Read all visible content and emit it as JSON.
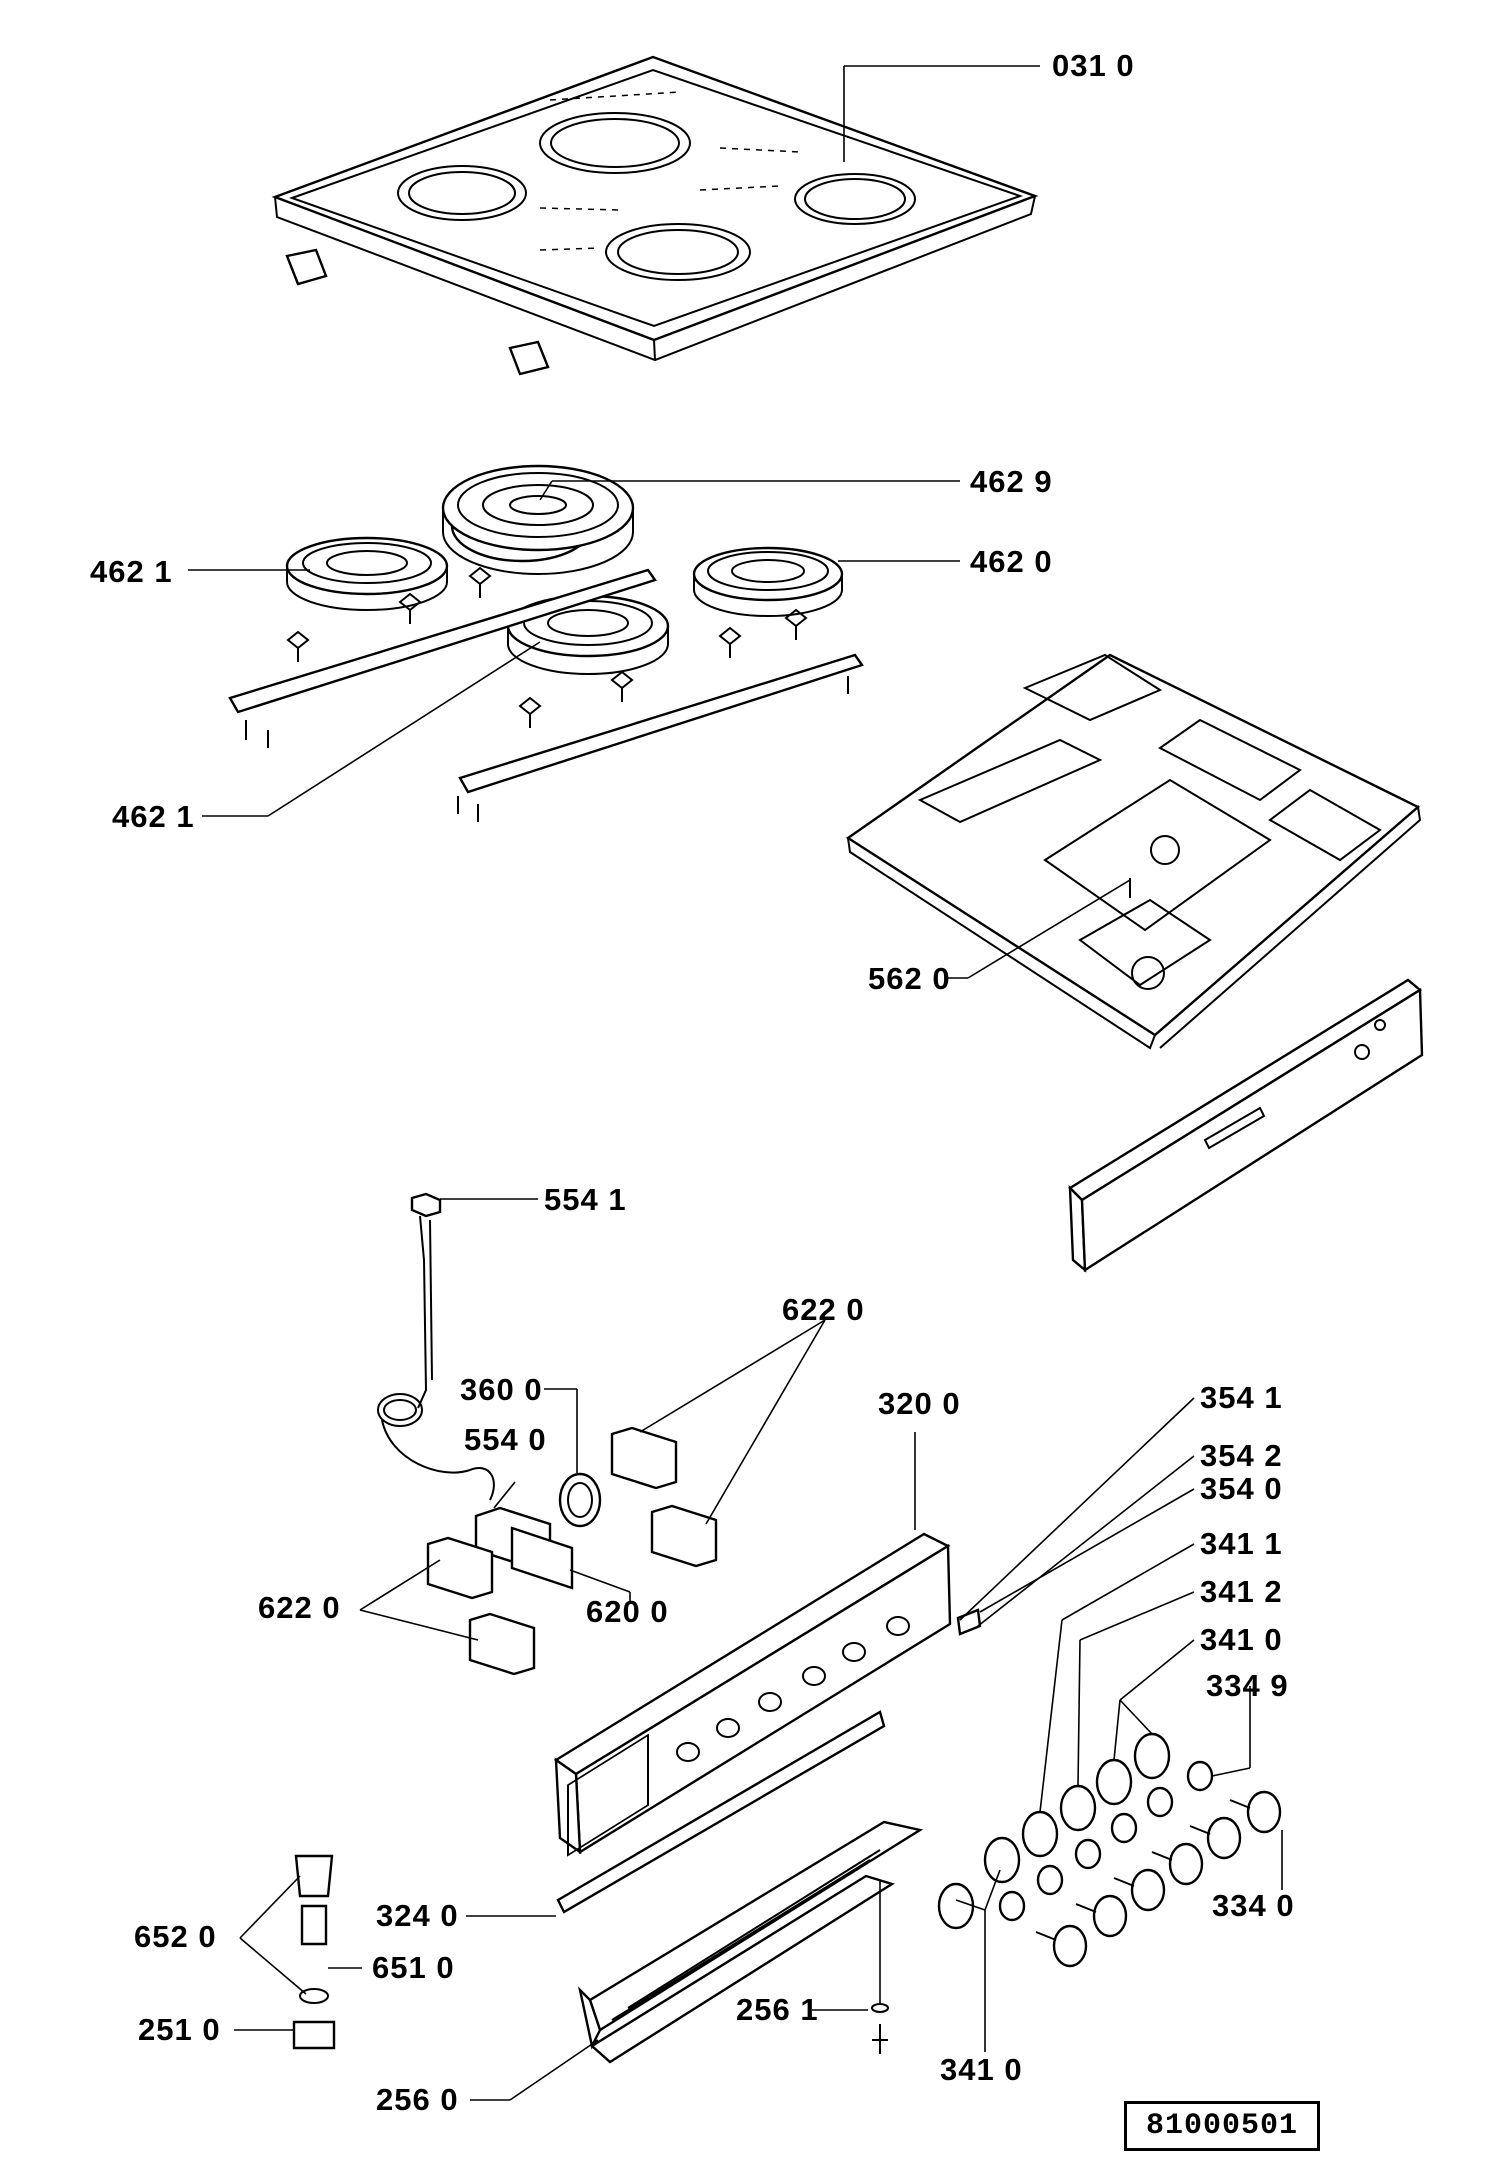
{
  "document_number": "81000501",
  "callouts": [
    {
      "id": "0310",
      "text": "031 0"
    },
    {
      "id": "4629",
      "text": "462 9"
    },
    {
      "id": "4621a",
      "text": "462 1"
    },
    {
      "id": "4620",
      "text": "462 0"
    },
    {
      "id": "4621b",
      "text": "462 1"
    },
    {
      "id": "5620",
      "text": "562 0"
    },
    {
      "id": "5541",
      "text": "554 1"
    },
    {
      "id": "6220a",
      "text": "622 0"
    },
    {
      "id": "3600",
      "text": "360 0"
    },
    {
      "id": "5540",
      "text": "554 0"
    },
    {
      "id": "3200",
      "text": "320 0"
    },
    {
      "id": "3541",
      "text": "354 1"
    },
    {
      "id": "3542",
      "text": "354 2"
    },
    {
      "id": "3540",
      "text": "354 0"
    },
    {
      "id": "3411",
      "text": "341 1"
    },
    {
      "id": "3412",
      "text": "341 2"
    },
    {
      "id": "3410a",
      "text": "341 0"
    },
    {
      "id": "3349",
      "text": "334 9"
    },
    {
      "id": "6220b",
      "text": "622 0"
    },
    {
      "id": "6200",
      "text": "620 0"
    },
    {
      "id": "3340",
      "text": "334 0"
    },
    {
      "id": "6520",
      "text": "652 0"
    },
    {
      "id": "3240",
      "text": "324 0"
    },
    {
      "id": "6510",
      "text": "651 0"
    },
    {
      "id": "2510",
      "text": "251 0"
    },
    {
      "id": "2561",
      "text": "256 1"
    },
    {
      "id": "3410b",
      "text": "341 0"
    },
    {
      "id": "2560",
      "text": "256 0"
    }
  ]
}
